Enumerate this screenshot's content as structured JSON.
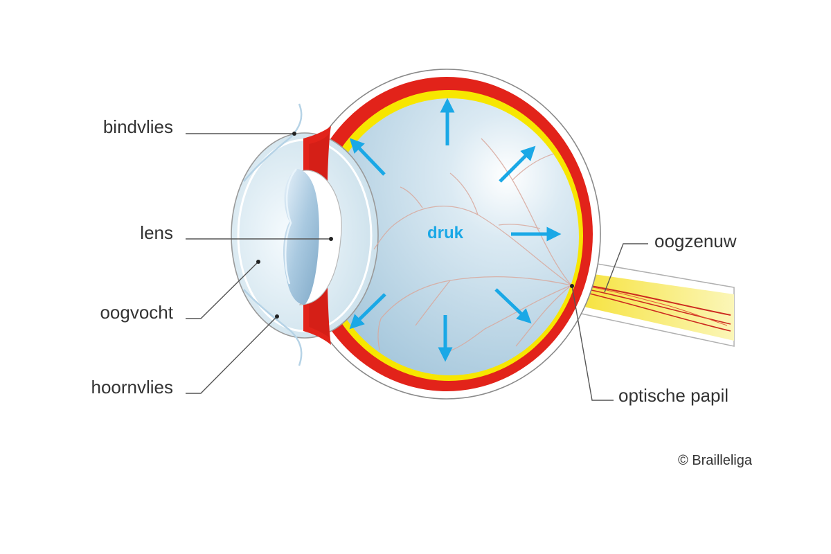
{
  "labels": {
    "bindvlies": "bindvlies",
    "lens": "lens",
    "oogvocht": "oogvocht",
    "hoornvlies": "hoornvlies",
    "oogzenuw": "oogzenuw",
    "optische_papil": "optische papil",
    "druk": "druk"
  },
  "copyright": "© Brailleliga",
  "colors": {
    "pressure": "#1aa8e6",
    "sclera": "#e2231a",
    "choroid": "#f7e600",
    "vitreous": "#b9d6e6",
    "cornea": "#e9f3f9",
    "nerve": "#f9f08c",
    "text": "#333333"
  },
  "icons": {
    "pressure_arrow": "pressure-arrow-icon"
  }
}
